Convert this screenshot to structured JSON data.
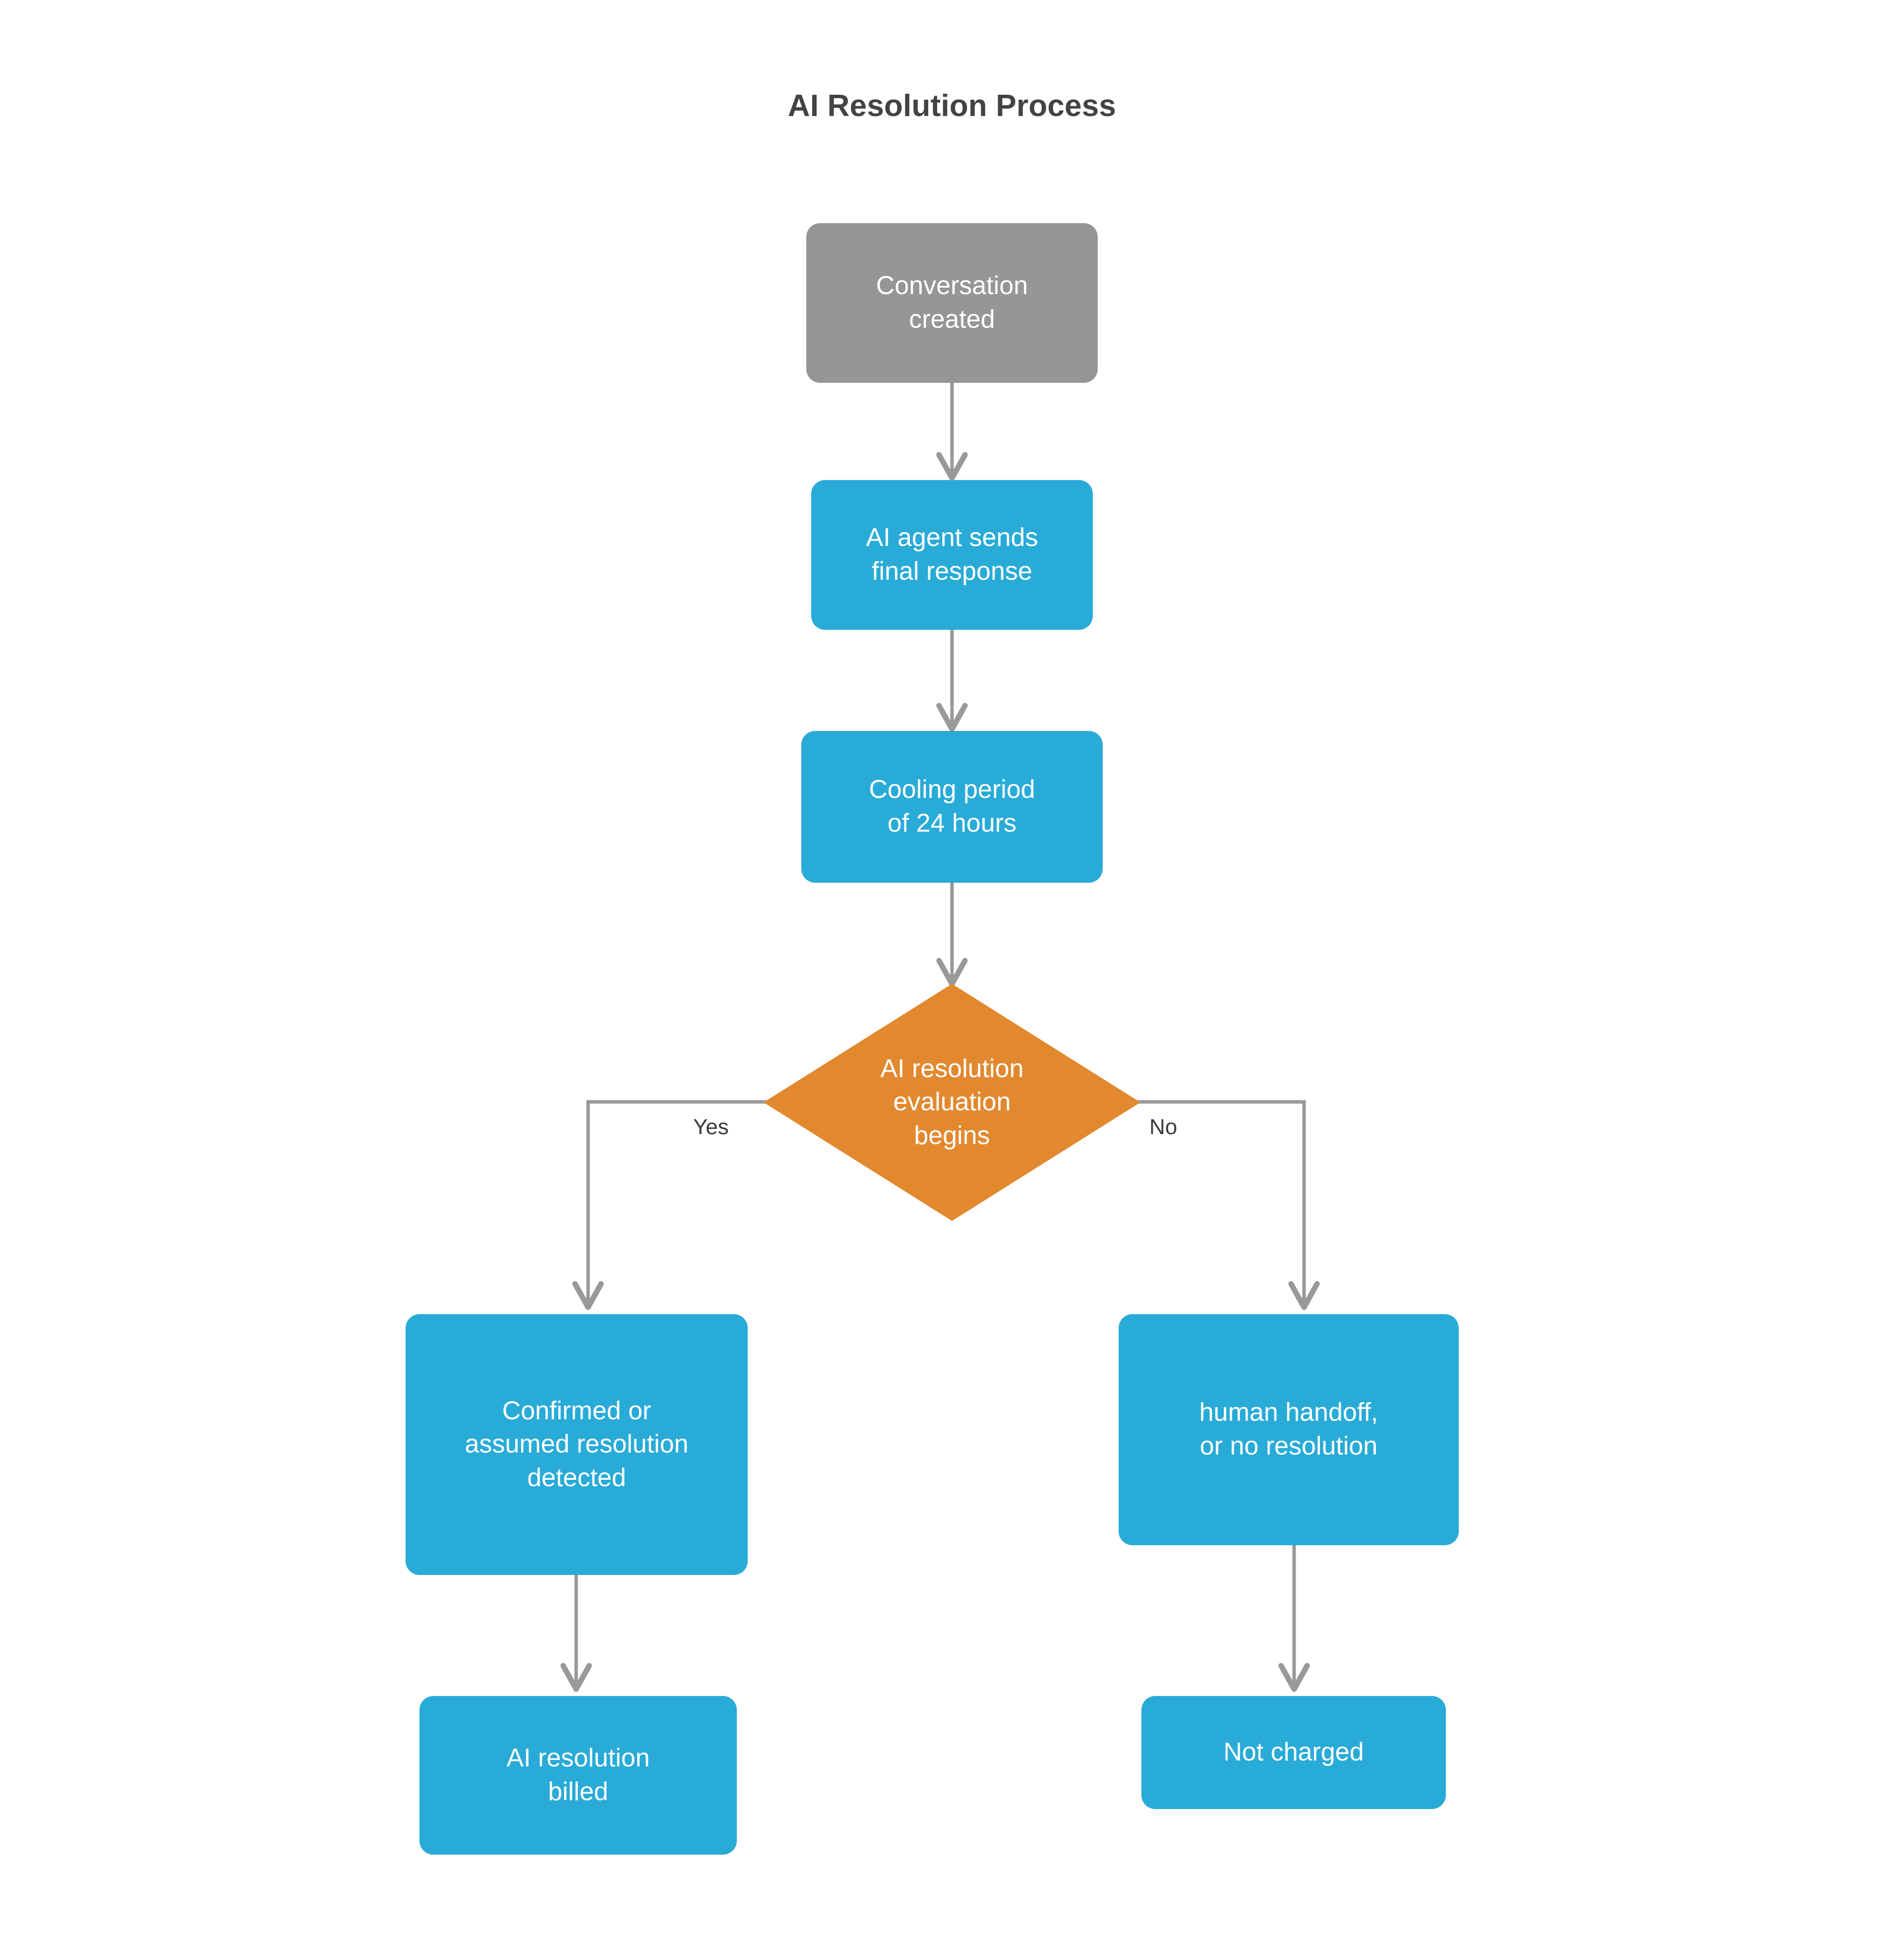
{
  "diagram": {
    "title": "AI Resolution Process",
    "colors": {
      "start_node": "#969696",
      "process_node": "#29abd8",
      "decision_node": "#e2892f",
      "connector": "#999999",
      "node_text": "#ffffff",
      "title_text": "#434343",
      "edge_label_text": "#3c3c3c",
      "background": "#ffffff"
    },
    "nodes": [
      {
        "id": "conversation-created",
        "type": "start",
        "label": "Conversation\ncreated"
      },
      {
        "id": "ai-agent-final-response",
        "type": "process",
        "label": "AI agent sends\nfinal response"
      },
      {
        "id": "cooling-period",
        "type": "process",
        "label": "Cooling period\nof 24 hours"
      },
      {
        "id": "ai-resolution-evaluation",
        "type": "decision",
        "label": "AI resolution\nevaluation\nbegins"
      },
      {
        "id": "resolution-detected",
        "type": "process",
        "label": "Confirmed or\nassumed resolution\ndetected"
      },
      {
        "id": "human-handoff",
        "type": "process",
        "label": "human handoff,\nor no resolution"
      },
      {
        "id": "resolution-billed",
        "type": "process",
        "label": "AI resolution\nbilled"
      },
      {
        "id": "not-charged",
        "type": "process",
        "label": "Not charged"
      }
    ],
    "edges": [
      {
        "from": "conversation-created",
        "to": "ai-agent-final-response",
        "label": ""
      },
      {
        "from": "ai-agent-final-response",
        "to": "cooling-period",
        "label": ""
      },
      {
        "from": "cooling-period",
        "to": "ai-resolution-evaluation",
        "label": ""
      },
      {
        "from": "ai-resolution-evaluation",
        "to": "resolution-detected",
        "label": "Yes"
      },
      {
        "from": "ai-resolution-evaluation",
        "to": "human-handoff",
        "label": "No"
      },
      {
        "from": "resolution-detected",
        "to": "resolution-billed",
        "label": ""
      },
      {
        "from": "human-handoff",
        "to": "not-charged",
        "label": ""
      }
    ],
    "edge_labels": {
      "yes": "Yes",
      "no": "No"
    }
  }
}
